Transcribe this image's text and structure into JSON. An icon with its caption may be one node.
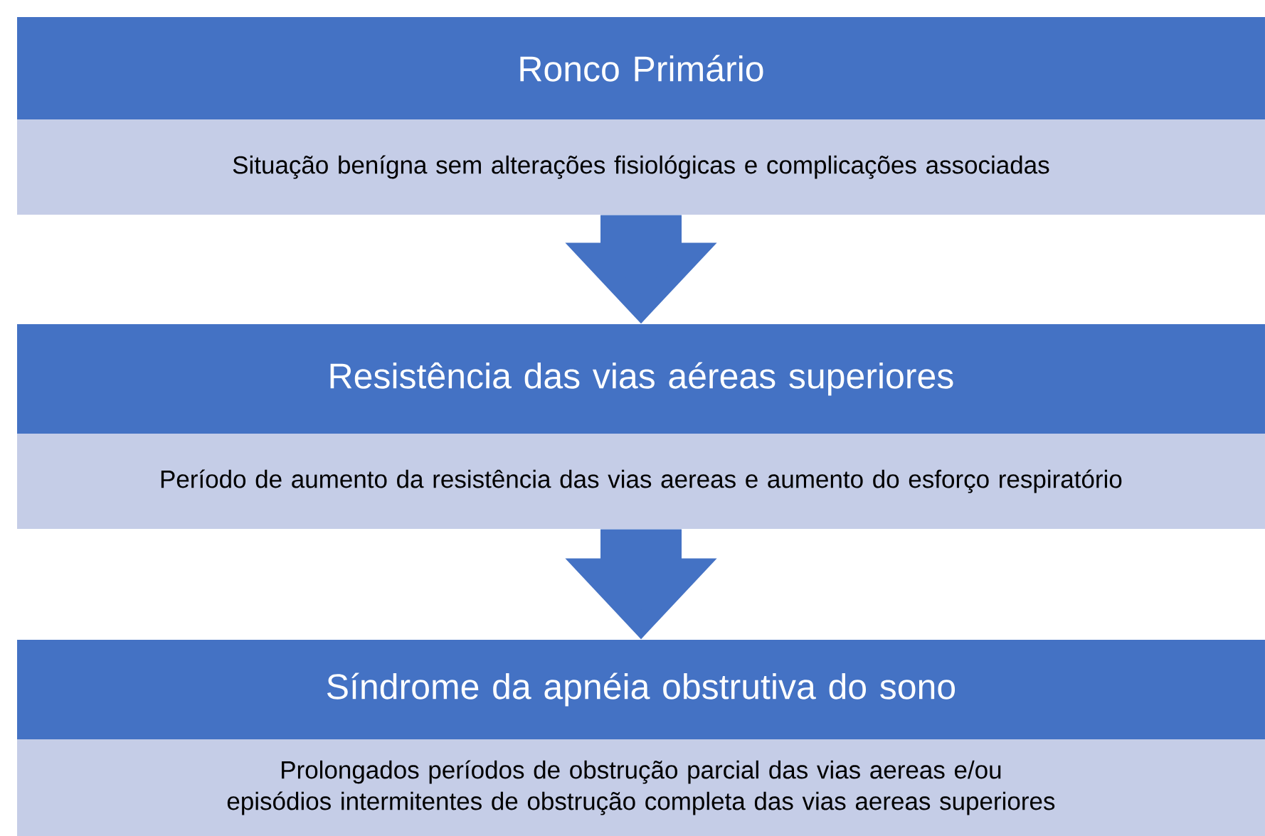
{
  "diagram": {
    "nodes": [
      {
        "text": [
          "Ronco Primário",
          "Situação benígna sem alterações fisiológicas e complicações associadas"
        ]
      },
      {
        "text": [
          "Resistência das vias aéreas superiores",
          "Período de aumento da resistência das vias aereas e aumento do esforço respiratório"
        ]
      },
      {
        "text": [
          "Síndrome da apnéia obstrutiva do sono",
          "Prolongados períodos de obstrução parcial das vias aereas e/ou episódios intermitentes de obstrução completa das vias aereas superiores"
        ]
      }
    ],
    "edges": [
      {
        "from": 0,
        "to": 1,
        "arrow": "to"
      },
      {
        "from": 1,
        "to": 2,
        "arrow": "to"
      }
    ]
  }
}
